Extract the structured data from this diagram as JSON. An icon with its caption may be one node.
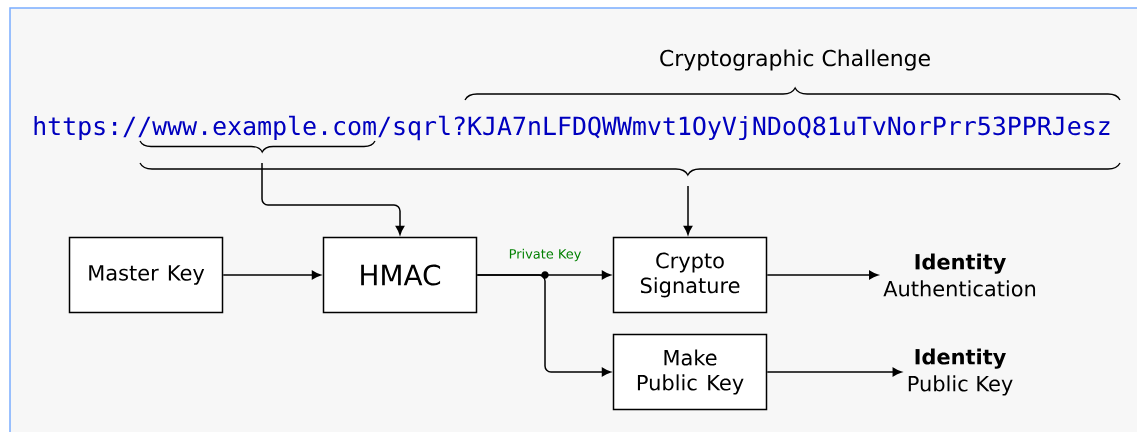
{
  "diagram": {
    "nodes": [
      {
        "text": [
          "https://www.example.com/sqrl?KJA7nLFDQWWmvt1OyVjNDoQ81uTvNorPrr53PPRJesz"
        ]
      },
      {
        "text": [
          "Master Key"
        ]
      },
      {
        "text": [
          "HMAC"
        ]
      },
      {
        "text": [
          "Crypto Signature"
        ]
      },
      {
        "text": [
          "Make Public Key"
        ]
      },
      {
        "text": [
          "Identity",
          "Authentication"
        ]
      },
      {
        "text": [
          "Identity",
          "Public Key"
        ]
      }
    ],
    "edges": [
      {
        "from": 0,
        "to": 2,
        "arrow": "to"
      },
      {
        "from": 0,
        "to": 3,
        "arrow": "to"
      },
      {
        "from": 1,
        "to": 2,
        "arrow": "to"
      },
      {
        "from": 2,
        "to": 3,
        "arrow": "to",
        "label": "Private Key"
      },
      {
        "from": 2,
        "to": 4,
        "arrow": "to"
      },
      {
        "from": 3,
        "to": 5,
        "arrow": "to"
      },
      {
        "from": 4,
        "to": 6,
        "arrow": "to"
      }
    ],
    "labels": [
      "Cryptographic Challenge"
    ]
  }
}
